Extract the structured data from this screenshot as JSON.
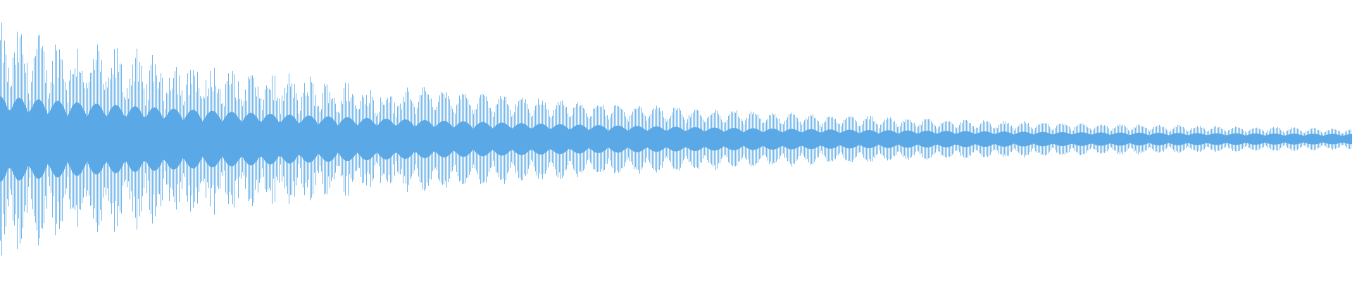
{
  "waveform": {
    "color": "#5aa9e6",
    "background": "#ffffff",
    "envelope_start": 1.0,
    "envelope_end": 0.07,
    "sample_rate_hint": "decaying-oscillation",
    "beat_groups": 70
  }
}
